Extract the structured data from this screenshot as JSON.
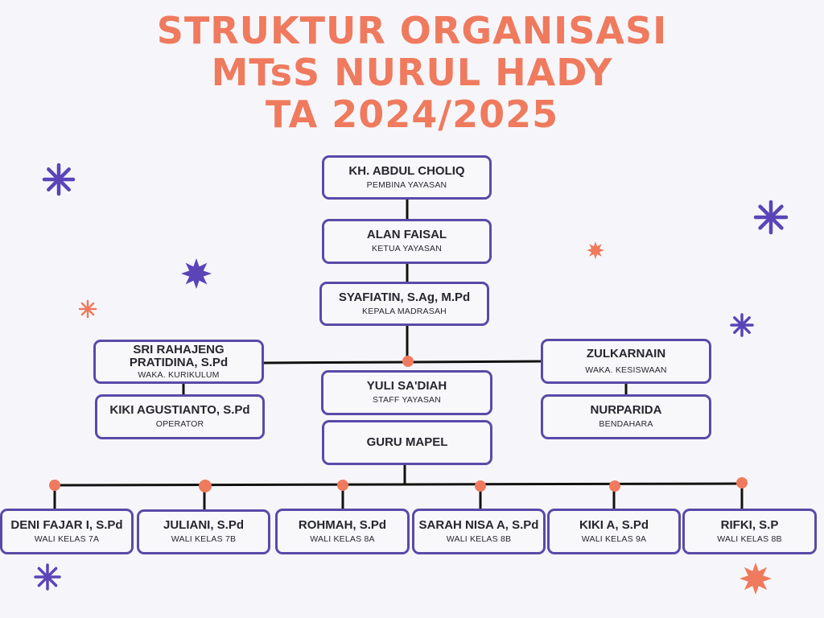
{
  "title": {
    "line1": "STRUKTUR ORGANISASI",
    "line2": "MTsS NURUL HADY",
    "line3": "TA 2024/2025"
  },
  "colors": {
    "accent": "#ef7a5e",
    "border": "#5a4aa8",
    "star_purple": "#5a44b8",
    "background": "#f6f6fa"
  },
  "nodes": {
    "pembina": {
      "name": "KH. ABDUL CHOLIQ",
      "role": "PEMBINA YAYASAN"
    },
    "ketua": {
      "name": "ALAN FAISAL",
      "role": "KETUA YAYASAN"
    },
    "kepala": {
      "name": "SYAFIATIN, S.Ag, M.Pd",
      "role": "KEPALA MADRASAH"
    },
    "waka_kurikulum": {
      "name": "SRI RAHAJENG PRATIDINA, S.Pd",
      "role": "WAKA. KURIKULUM"
    },
    "operator": {
      "name": "KIKI AGUSTIANTO, S.Pd",
      "role": "OPERATOR"
    },
    "staff": {
      "name": "YULI SA'DIAH",
      "role": "STAFF YAYASAN"
    },
    "guru_mapel": {
      "name": "GURU MAPEL",
      "role": ""
    },
    "waka_kesiswaan": {
      "name": "ZULKARNAIN",
      "role": "WAKA. KESISWAAN"
    },
    "bendahara": {
      "name": "NURPARIDA",
      "role": "BENDAHARA"
    }
  },
  "wali_kelas": [
    {
      "name": "DENI FAJAR I, S.Pd",
      "role": "WALI KELAS 7A"
    },
    {
      "name": "JULIANI, S.Pd",
      "role": "WALI KELAS 7B"
    },
    {
      "name": "ROHMAH, S.Pd",
      "role": "WALI KELAS 8A"
    },
    {
      "name": "SARAH NISA A, S.Pd",
      "role": "WALI KELAS 8B"
    },
    {
      "name": "KIKI A, S.Pd",
      "role": "WALI KELAS 9A"
    },
    {
      "name": "RIFKI, S.P",
      "role": "WALI KELAS 8B"
    }
  ]
}
